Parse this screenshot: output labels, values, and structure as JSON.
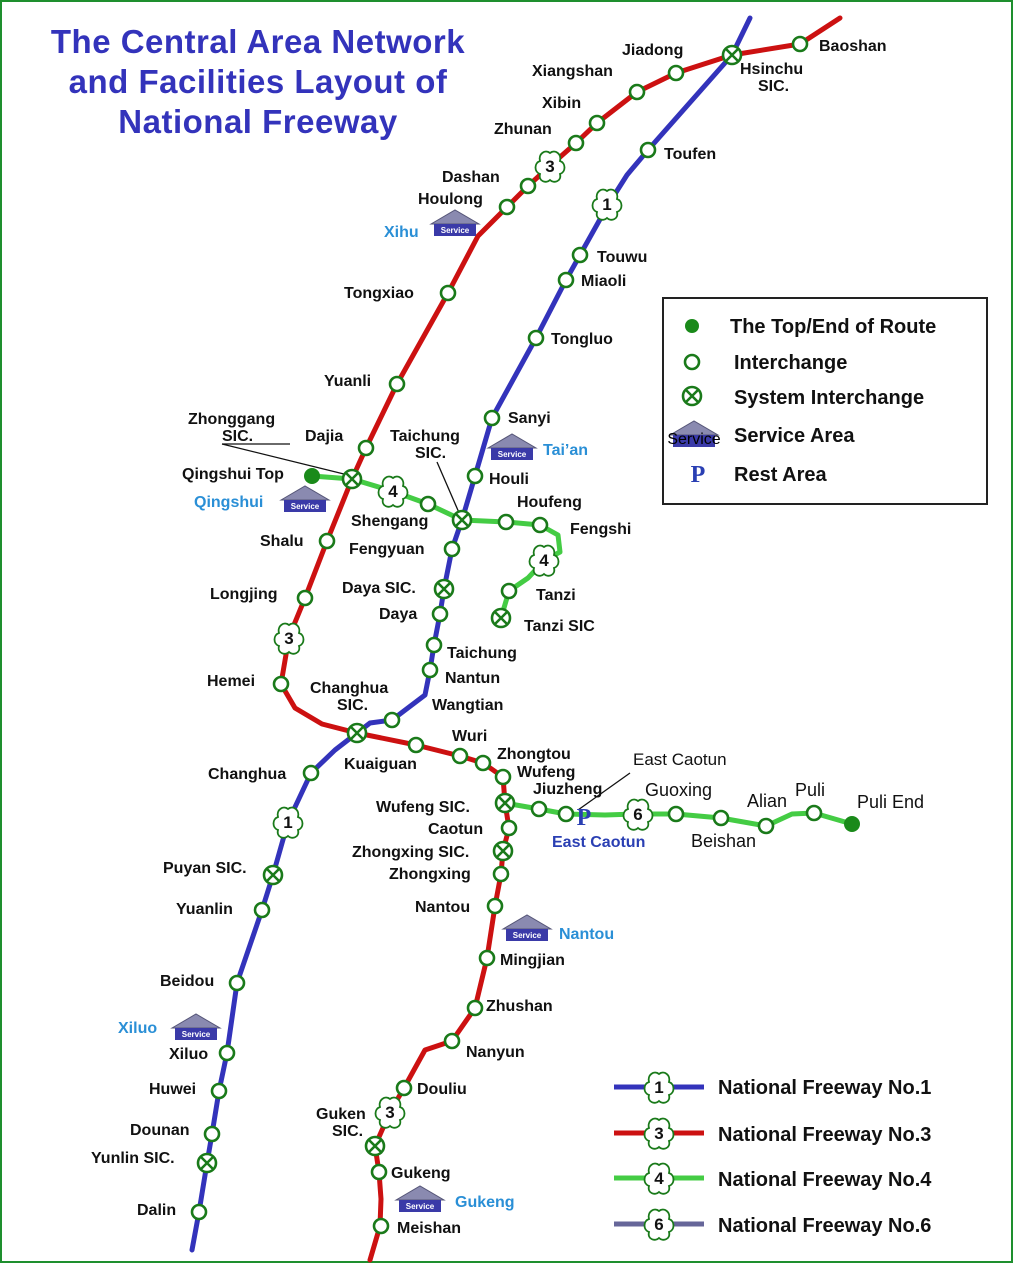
{
  "title": {
    "line1": "The Central Area Network",
    "line2": "and Facilities Layout of",
    "line3": "National Freeway"
  },
  "colors": {
    "freeway1": "#3333bb",
    "freeway3": "#cc1111",
    "freeway4": "#44cc44",
    "freeway6": "#666699",
    "node": "#1a7a1a",
    "title": "#3333bb",
    "service_area": "#3a3aa8"
  },
  "legend": {
    "endpoint": "The Top/End of Route",
    "interchange": "Interchange",
    "system_interchange": "System Interchange",
    "service_area": "Service Area",
    "rest_area": "Rest Area",
    "rest_area_symbol": "P",
    "service_badge": "Service"
  },
  "freeways": [
    {
      "shield": "1",
      "label": "National Freeway No.1"
    },
    {
      "shield": "3",
      "label": "National Freeway No.3"
    },
    {
      "shield": "4",
      "label": "National Freeway No.4"
    },
    {
      "shield": "6",
      "label": "National Freeway No.6"
    }
  ],
  "route_shields": [
    "3",
    "1",
    "4",
    "3",
    "4",
    "1",
    "6",
    "3"
  ],
  "labels": {
    "jiadong": "Jiadong",
    "baoshan": "Baoshan",
    "xiangshan": "Xiangshan",
    "hsinchu1": "Hsinchu",
    "hsinchu2": "SIC.",
    "xibin": "Xibin",
    "zhunan": "Zhunan",
    "toufen": "Toufen",
    "dashan": "Dashan",
    "houlong": "Houlong",
    "xihu": "Xihu",
    "touwu": "Touwu",
    "miaoli": "Miaoli",
    "tongxiao": "Tongxiao",
    "tongluo": "Tongluo",
    "yuanli": "Yuanli",
    "sanyi": "Sanyi",
    "zhonggang1": "Zhonggang",
    "zhonggang2": "SIC.",
    "dajia": "Dajia",
    "taichung_sic1": "Taichung",
    "taichung_sic2": "SIC.",
    "taian": "Tai’an",
    "qingshui_top": "Qingshui Top",
    "houli": "Houli",
    "qingshui": "Qingshui",
    "houfeng": "Houfeng",
    "shengang": "Shengang",
    "fengshi": "Fengshi",
    "shalu": "Shalu",
    "fengyuan": "Fengyuan",
    "daya_sic": "Daya SIC.",
    "longjing": "Longjing",
    "tanzi": "Tanzi",
    "daya": "Daya",
    "tanzi_sic": "Tanzi SIC",
    "taichung": "Taichung",
    "hemei": "Hemei",
    "nantun": "Nantun",
    "changhua_sic1": "Changhua",
    "changhua_sic2": "SIC.",
    "wangtian": "Wangtian",
    "wuri": "Wuri",
    "kuaiguan": "Kuaiguan",
    "zhongtou": "Zhongtou",
    "east_caotun": "East Caotun",
    "changhua": "Changhua",
    "wufeng": "Wufeng",
    "jiuzheng": "Jiuzheng",
    "guoxing": "Guoxing",
    "puli": "Puli",
    "alian": "Alian",
    "puli_end": "Puli End",
    "wufeng_sic": "Wufeng SIC.",
    "caotun": "Caotun",
    "east_caotun_rest": "East Caotun",
    "beishan": "Beishan",
    "zhongxing_sic": "Zhongxing SIC.",
    "puyan_sic": "Puyan SIC.",
    "zhongxing": "Zhongxing",
    "yuanlin": "Yuanlin",
    "nantou": "Nantou",
    "nantou_sa": "Nantou",
    "mingjian": "Mingjian",
    "beidou": "Beidou",
    "zhushan": "Zhushan",
    "xiluo_sa": "Xiluo",
    "xiluo": "Xiluo",
    "nanyun": "Nanyun",
    "huwei": "Huwei",
    "douliu": "Douliu",
    "guken1": "Guken",
    "guken2": "SIC.",
    "dounan": "Dounan",
    "yunlin_sic": "Yunlin SIC.",
    "gukeng": "Gukeng",
    "gukeng_sa": "Gukeng",
    "dalin": "Dalin",
    "meishan": "Meishan"
  }
}
